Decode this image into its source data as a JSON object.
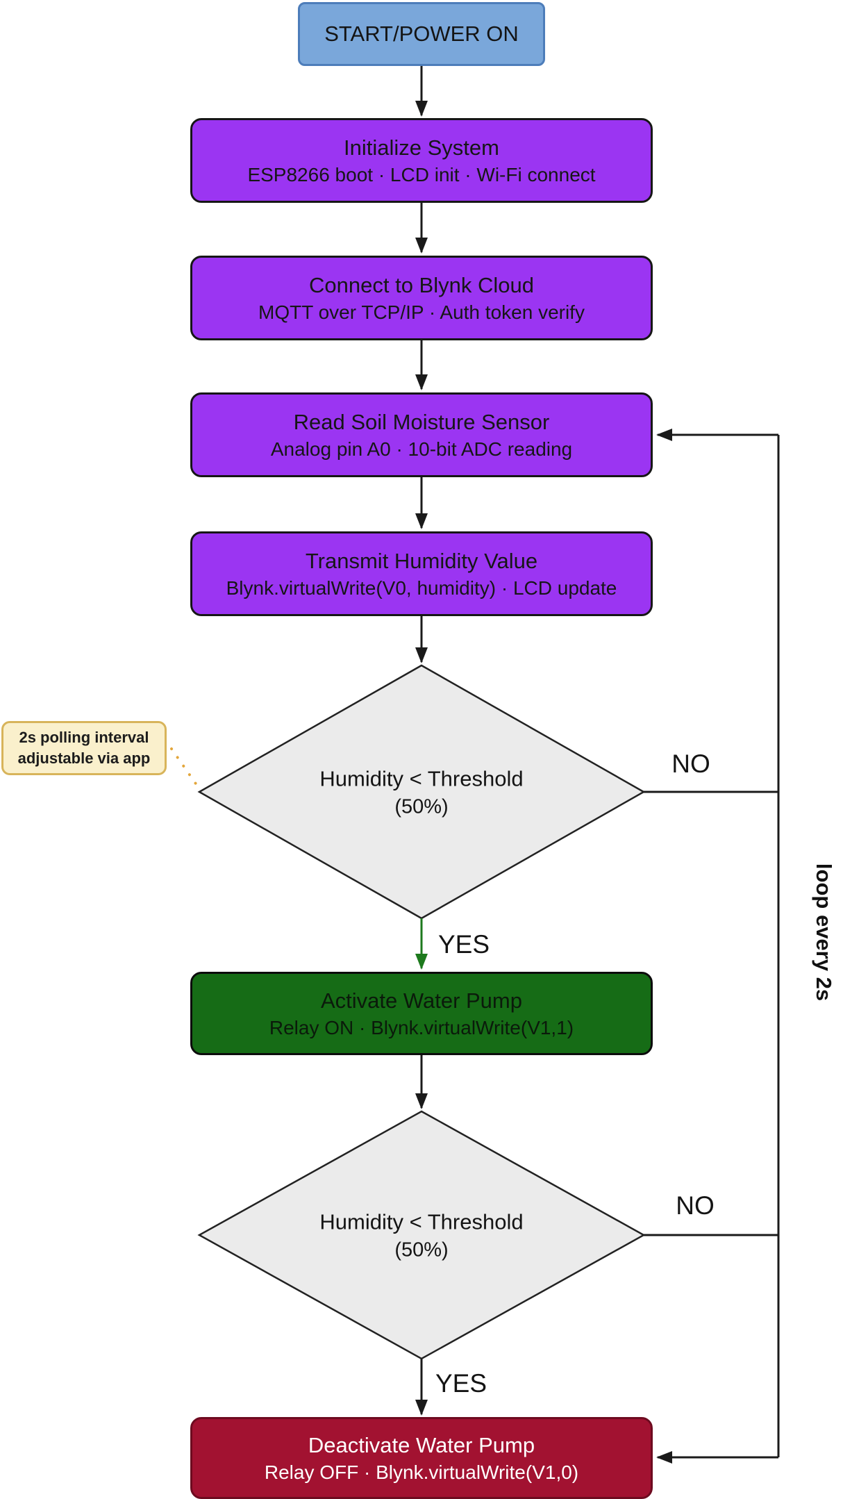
{
  "flowchart": {
    "nodes": {
      "start": {
        "label": "START/POWER ON"
      },
      "initialize": {
        "title": "Initialize System",
        "subtitle": "ESP8266 boot · LCD init · Wi-Fi connect"
      },
      "connect_blynk": {
        "title": "Connect to Blynk Cloud",
        "subtitle": "MQTT over TCP/IP · Auth token verify"
      },
      "read_sensor": {
        "title": "Read Soil Moisture Sensor",
        "subtitle": "Analog pin A0 · 10-bit ADC reading"
      },
      "transmit": {
        "title": "Transmit Humidity Value",
        "subtitle": "Blynk.virtualWrite(V0, humidity) · LCD update"
      },
      "decision1": {
        "line1": "Humidity < Threshold",
        "line2": "(50%)"
      },
      "activate_pump": {
        "title": "Activate Water Pump",
        "subtitle": "Relay ON · Blynk.virtualWrite(V1,1)"
      },
      "decision2": {
        "line1": "Humidity < Threshold",
        "line2": "(50%)"
      },
      "deactivate_pump": {
        "title": "Deactivate Water Pump",
        "subtitle": "Relay OFF · Blynk.virtualWrite(V1,0)"
      }
    },
    "note": {
      "line1": "2s polling interval",
      "line2": "adjustable via app"
    },
    "edge_labels": {
      "yes1": "YES",
      "no1": "NO",
      "yes2": "YES",
      "no2": "NO",
      "loop": "loop every 2s"
    },
    "colors": {
      "start_fill": "#7aa7da",
      "start_border": "#4d7dba",
      "process_fill": "#9b35f2",
      "success_fill": "#166c16",
      "danger_fill": "#a21231",
      "decision_fill": "#ebebeb",
      "note_fill": "#faf0cc",
      "note_border": "#d8b45a",
      "edge_color": "#1a1a1a",
      "yes_edge_color": "#1d7a1d",
      "note_connector_color": "#e3a63b"
    }
  }
}
